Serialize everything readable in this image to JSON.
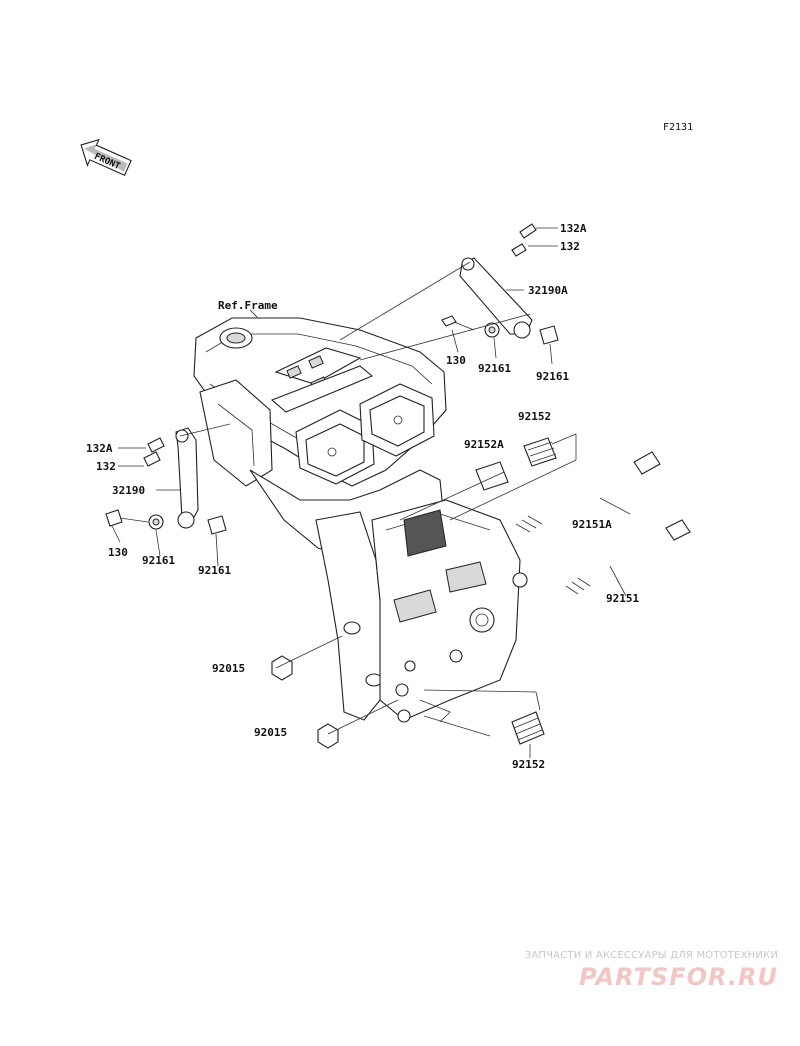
{
  "figure_code": "F2131",
  "front_badge": "FRONT",
  "ref_frame": "Ref.Frame",
  "parts": {
    "p132A_top": "132A",
    "p132_top": "132",
    "p32190A": "32190A",
    "p130_right": "130",
    "p92161_right_a": "92161",
    "p92161_right_b": "92161",
    "p92152_top": "92152",
    "p92152A": "92152A",
    "p92151A": "92151A",
    "p92151": "92151",
    "p132A_left": "132A",
    "p132_left": "132",
    "p32190": "32190",
    "p130_left": "130",
    "p92161_left_a": "92161",
    "p92161_left_b": "92161",
    "p92015_a": "92015",
    "p92015_b": "92015",
    "p92152_bottom": "92152"
  },
  "watermark": {
    "tagline": "ЗАПЧАСТИ И АКСЕССУАРЫ ДЛЯ МОТОТЕХНИКИ",
    "brand": "PARTSFOR.RU"
  },
  "colors": {
    "line": "#222222",
    "watermark_brand": "#f3c6c6",
    "watermark_tagline": "#c8c8c8"
  }
}
